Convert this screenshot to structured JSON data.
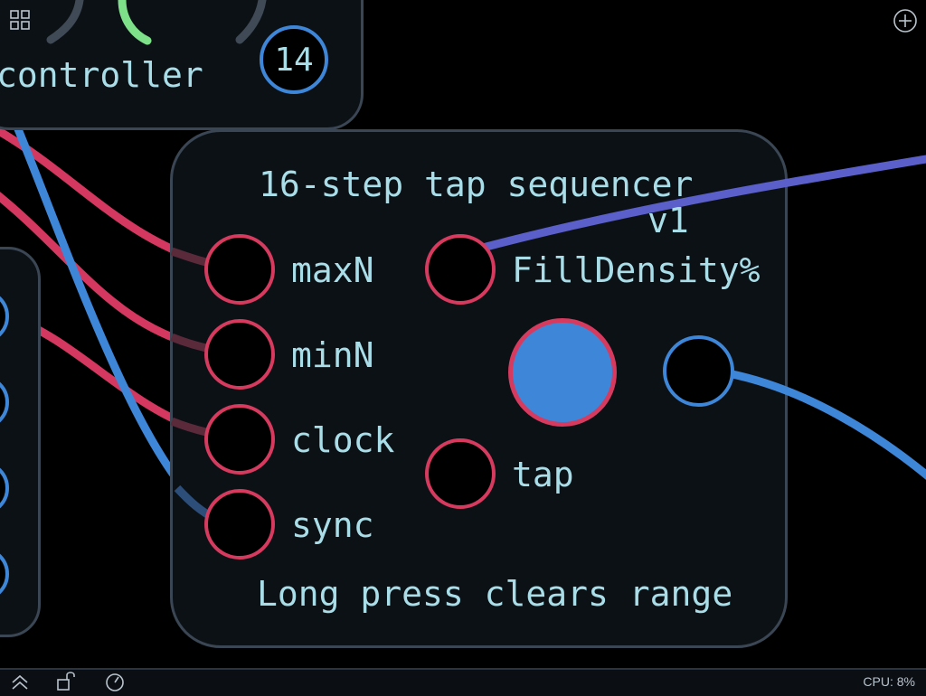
{
  "controller": {
    "title": "controller",
    "channel": "14"
  },
  "sequencer": {
    "title": "16-step tap sequencer",
    "version": "v1",
    "inputs": [
      {
        "label": "maxN"
      },
      {
        "label": "minN"
      },
      {
        "label": "clock"
      },
      {
        "label": "sync"
      }
    ],
    "fill_density_label": "FillDensity%",
    "tap_label": "tap",
    "footer": "Long press clears range"
  },
  "status": {
    "cpu": "CPU: 8%"
  },
  "icons": {
    "top_left": "grid-icon",
    "top_right": "add-circle-icon",
    "bottom": [
      "chevron-double-up-icon",
      "lock-open-icon",
      "gauge-icon"
    ]
  },
  "colors": {
    "background": "#000000",
    "panel": "#0c1116",
    "panel_border": "#3a4653",
    "text": "#a9dde8",
    "port_red": "#d63a5e",
    "port_blue": "#3e86d8",
    "cable_red": "#d4375f",
    "cable_blue": "#3e86d8",
    "cable_purple": "#5b5fc9",
    "knob_green": "#7fe08a"
  }
}
